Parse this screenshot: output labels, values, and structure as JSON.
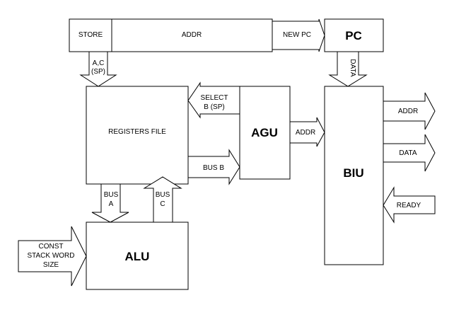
{
  "blocks": {
    "store": "STORE",
    "addr": "ADDR",
    "pc": "PC",
    "registers_file": "REGISTERS FILE",
    "agu": "AGU",
    "biu": "BIU",
    "alu": "ALU"
  },
  "arrows": {
    "new_pc": "NEW PC",
    "ac_sp_line1": "A,C",
    "ac_sp_line2": "(SP)",
    "data_down": "DATA",
    "select_line1": "SELECT",
    "select_line2": "B (SP)",
    "bus_b": "BUS B",
    "agu_addr": "ADDR",
    "biu_addr": "ADDR",
    "biu_data": "DATA",
    "ready": "READY",
    "bus_a_line1": "BUS",
    "bus_a_line2": "A",
    "bus_c_line1": "BUS",
    "bus_c_line2": "C",
    "const_line1": "CONST",
    "const_line2": "STACK WORD",
    "const_line3": "SIZE"
  }
}
